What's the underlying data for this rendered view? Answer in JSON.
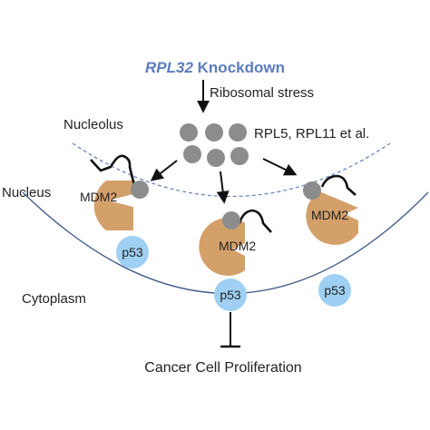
{
  "title": {
    "gene": "RPL32",
    "rest": " Knockdown"
  },
  "stress_label": "Ribosomal stress",
  "proteins_label": "RPL5, RPL11 et al.",
  "compartments": {
    "nucleolus": "Nucleolus",
    "nucleus": "Nucleus",
    "cytoplasm": "Cytoplasm"
  },
  "mdm2_label": "MDM2",
  "p53_label": "p53",
  "outcome_label": "Cancer Cell Proliferation",
  "colors": {
    "title": "#5b7dbf",
    "mdm2": "#d4a06a",
    "p53": "#9fd0f3",
    "ribo_protein": "#8c8c8c",
    "nucleolus_line": "#5d7fb8",
    "nucleus_line": "#3f5a8a",
    "arrow": "#111111"
  }
}
